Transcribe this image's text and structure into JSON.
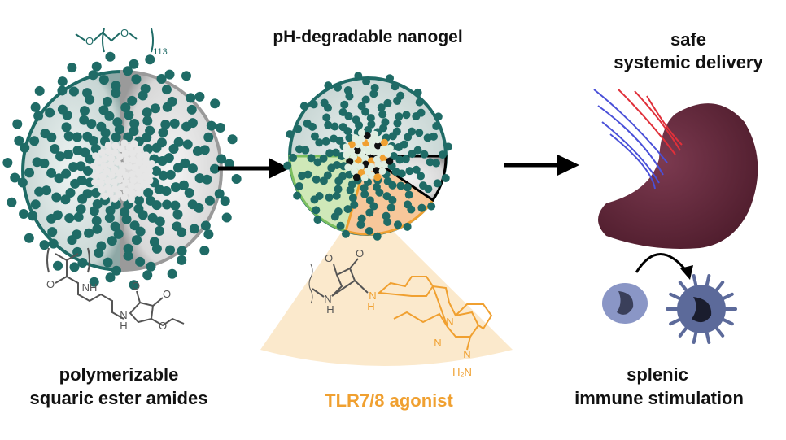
{
  "left": {
    "peg_formula": {
      "atoms": [
        "O",
        "O"
      ],
      "repeat": "113"
    },
    "monomer_atoms": [
      "O",
      "NH",
      "N",
      "H",
      "O",
      "O",
      "O"
    ],
    "caption_line1": "polymerizable",
    "caption_line2": "squaric ester amides"
  },
  "middle": {
    "title": "pH-degradable nanogel",
    "agonist_atoms": [
      "O",
      "O",
      "N",
      "H",
      "N",
      "H",
      "N",
      "N",
      "N",
      "H₂N"
    ],
    "caption": "TLR7/8 agonist"
  },
  "right": {
    "title_line1": "safe",
    "title_line2": "systemic delivery",
    "caption_line1": "splenic",
    "caption_line2": "immune stimulation"
  },
  "colors": {
    "peg_teal": "#1f6b66",
    "orange": "#f0a030",
    "spleen": "#6b2a3e",
    "cell_blue": "#5c6a9a",
    "artery_red": "#e0303a",
    "vein_blue": "#4a50d8",
    "sector_green": "#cfe8b8",
    "sector_orange": "#f7c79a",
    "fan_beige": "#fbe9cc"
  }
}
